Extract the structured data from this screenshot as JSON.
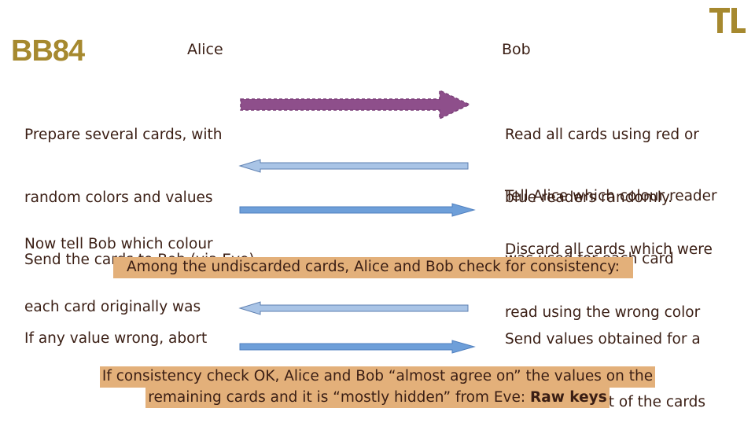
{
  "title": "BB84",
  "parties": {
    "alice": "Alice",
    "bob": "Bob"
  },
  "colors": {
    "brand": "#a6892f",
    "text": "#3a1e14",
    "highlight": "#e3b07a",
    "arrow_purple": "#8e4f8b",
    "arrow_light_blue": "#a9c4e6",
    "arrow_blue": "#6e9fd9"
  },
  "logo_icon": "tl-logo-icon",
  "alice_steps": {
    "prepare": [
      "Prepare several cards, with",
      "random colors and values",
      "Send the cards to Bob (via Eve)"
    ],
    "tell_colour": [
      "Now tell Bob which colour",
      "each card originally was"
    ],
    "abort": "If any value wrong, abort"
  },
  "bob_steps": {
    "read": [
      "Read all cards using red or",
      "blue readers randomly."
    ],
    "tell_reader": [
      "Tell Alice which colour reader",
      "was used for each card"
    ],
    "discard": [
      "Discard all cards which were",
      "read using the wrong color"
    ],
    "send_values": [
      "Send values obtained for a",
      "random subset of the cards"
    ]
  },
  "consistency_note": "Among the undiscarded cards, Alice and Bob check for consistency:",
  "conclusion": {
    "line1": "If consistency check OK, Alice and Bob “almost agree on” the values on the",
    "line2_prefix": "remaining cards and it is “mostly hidden” from Eve: ",
    "line2_bold": "Raw keys"
  }
}
